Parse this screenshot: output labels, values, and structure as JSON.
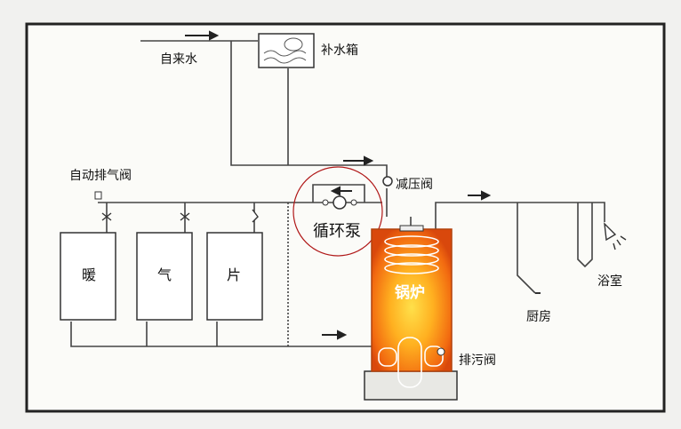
{
  "labels": {
    "tap_water": "自来水",
    "makeup_tank": "补水箱",
    "auto_vent": "自动排气阀",
    "pressure_reducer": "减压阀",
    "circulation_pump": "循环泵",
    "radiator_1": "暖",
    "radiator_2": "气",
    "radiator_3": "片",
    "boiler": "锅炉",
    "kitchen": "厨房",
    "bathroom": "浴室",
    "drain_valve": "排污阀"
  },
  "colors": {
    "pipe": "#444444",
    "frame": "#222222",
    "boiler_hot": "#f27a10",
    "boiler_core": "#ffd23a",
    "pump_circle": "#b01818"
  }
}
